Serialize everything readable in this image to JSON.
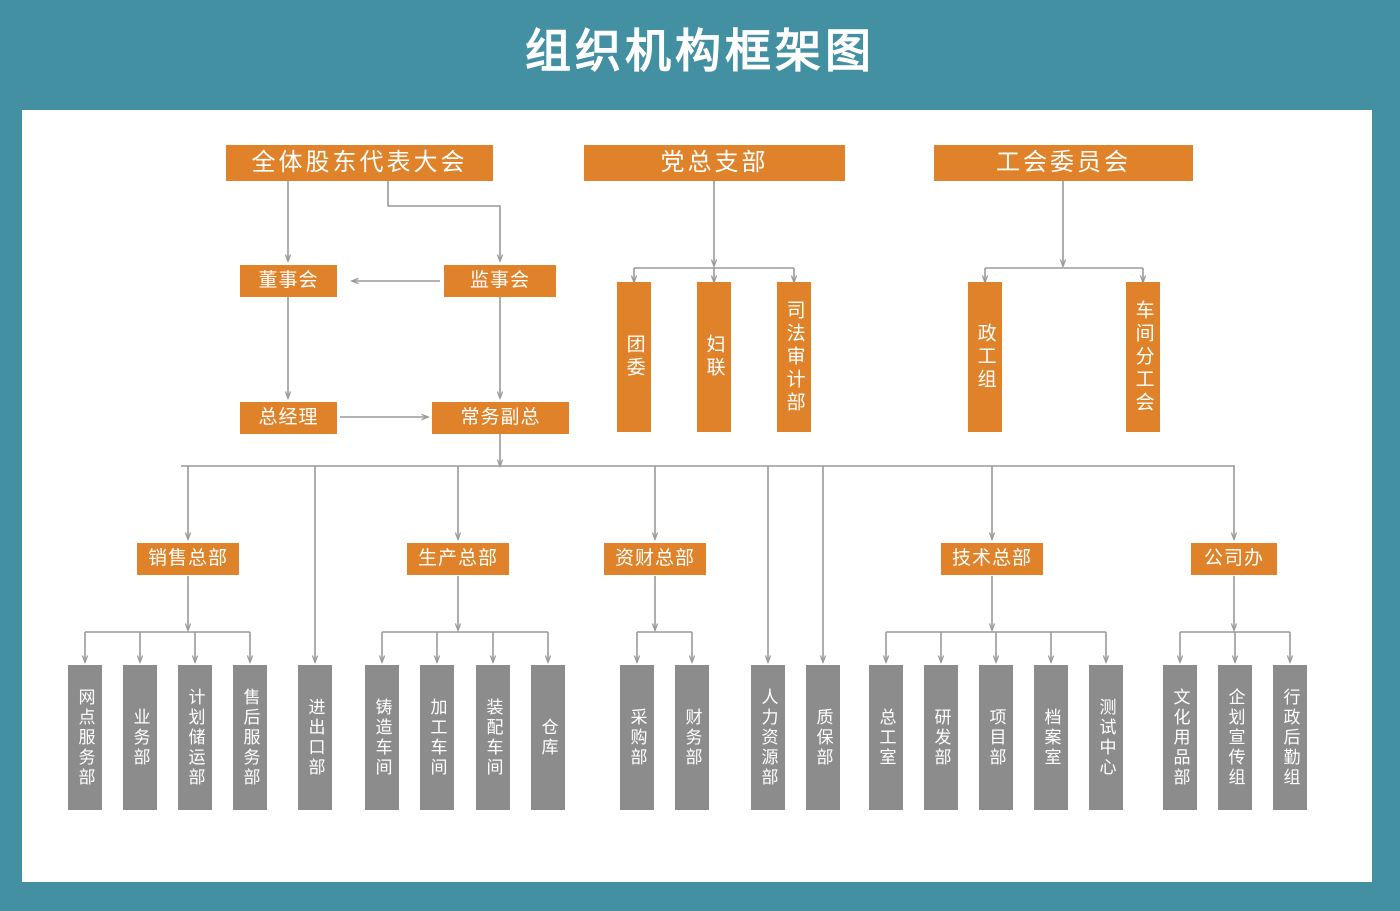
{
  "title": "组织机构框架图",
  "colors": {
    "background": "#4490a3",
    "panel": "#ffffff",
    "primary_box": "#df8229",
    "secondary_box": "#8c8c8c",
    "connector": "#9a9a9a",
    "text": "#ffffff"
  },
  "chart_data": {
    "type": "diagram",
    "title": "组织机构框架图",
    "diagram_kind": "organization-chart",
    "nodes": [
      {
        "id": "shareholders",
        "label": "全体股东代表大会",
        "level": 1,
        "style": "orange"
      },
      {
        "id": "party",
        "label": "党总支部",
        "level": 1,
        "style": "orange"
      },
      {
        "id": "union",
        "label": "工会委员会",
        "level": 1,
        "style": "orange"
      },
      {
        "id": "board",
        "label": "董事会",
        "level": 2,
        "style": "orange"
      },
      {
        "id": "supervisors",
        "label": "监事会",
        "level": 2,
        "style": "orange"
      },
      {
        "id": "youth",
        "label": "团委",
        "level": 2,
        "style": "orange"
      },
      {
        "id": "women",
        "label": "妇联",
        "level": 2,
        "style": "orange"
      },
      {
        "id": "judicial",
        "label": "司法审计部",
        "level": 2,
        "style": "orange"
      },
      {
        "id": "political",
        "label": "政工组",
        "level": 2,
        "style": "orange"
      },
      {
        "id": "workshop-union",
        "label": "车间分工会",
        "level": 2,
        "style": "orange"
      },
      {
        "id": "gm",
        "label": "总经理",
        "level": 3,
        "style": "orange"
      },
      {
        "id": "deputy-gm",
        "label": "常务副总",
        "level": 3,
        "style": "orange"
      },
      {
        "id": "sales-hq",
        "label": "销售总部",
        "level": 4,
        "style": "orange"
      },
      {
        "id": "production-hq",
        "label": "生产总部",
        "level": 4,
        "style": "orange"
      },
      {
        "id": "finance-hq",
        "label": "资财总部",
        "level": 4,
        "style": "orange"
      },
      {
        "id": "tech-hq",
        "label": "技术总部",
        "level": 4,
        "style": "orange"
      },
      {
        "id": "office-hq",
        "label": "公司办",
        "level": 4,
        "style": "orange"
      },
      {
        "id": "branch-service",
        "label": "网点服务部",
        "level": 5,
        "style": "gray"
      },
      {
        "id": "business",
        "label": "业务部",
        "level": 5,
        "style": "gray"
      },
      {
        "id": "plan-storage",
        "label": "计划储运部",
        "level": 5,
        "style": "gray"
      },
      {
        "id": "after-sales",
        "label": "售后服务部",
        "level": 5,
        "style": "gray"
      },
      {
        "id": "import-export",
        "label": "进出口部",
        "level": 5,
        "style": "gray"
      },
      {
        "id": "casting",
        "label": "铸造车间",
        "level": 5,
        "style": "gray"
      },
      {
        "id": "machining",
        "label": "加工车间",
        "level": 5,
        "style": "gray"
      },
      {
        "id": "assembly",
        "label": "装配车间",
        "level": 5,
        "style": "gray"
      },
      {
        "id": "warehouse",
        "label": "仓库",
        "level": 5,
        "style": "gray"
      },
      {
        "id": "purchasing",
        "label": "采购部",
        "level": 5,
        "style": "gray"
      },
      {
        "id": "accounting",
        "label": "财务部",
        "level": 5,
        "style": "gray"
      },
      {
        "id": "hr",
        "label": "人力资源部",
        "level": 5,
        "style": "gray"
      },
      {
        "id": "quality",
        "label": "质保部",
        "level": 5,
        "style": "gray"
      },
      {
        "id": "chief-eng",
        "label": "总工室",
        "level": 5,
        "style": "gray"
      },
      {
        "id": "rnd",
        "label": "研发部",
        "level": 5,
        "style": "gray"
      },
      {
        "id": "project",
        "label": "项目部",
        "level": 5,
        "style": "gray"
      },
      {
        "id": "archive",
        "label": "档案室",
        "level": 5,
        "style": "gray"
      },
      {
        "id": "testing",
        "label": "测试中心",
        "level": 5,
        "style": "gray"
      },
      {
        "id": "stationery",
        "label": "文化用品部",
        "level": 5,
        "style": "gray"
      },
      {
        "id": "promotion",
        "label": "企划宣传组",
        "level": 5,
        "style": "gray"
      },
      {
        "id": "admin",
        "label": "行政后勤组",
        "level": 5,
        "style": "gray"
      }
    ],
    "edges": [
      {
        "from": "shareholders",
        "to": "board"
      },
      {
        "from": "shareholders",
        "to": "supervisors"
      },
      {
        "from": "supervisors",
        "to": "board"
      },
      {
        "from": "board",
        "to": "gm"
      },
      {
        "from": "supervisors",
        "to": "deputy-gm"
      },
      {
        "from": "gm",
        "to": "deputy-gm"
      },
      {
        "from": "party",
        "to": "youth"
      },
      {
        "from": "party",
        "to": "women"
      },
      {
        "from": "party",
        "to": "judicial"
      },
      {
        "from": "union",
        "to": "political"
      },
      {
        "from": "union",
        "to": "workshop-union"
      },
      {
        "from": "deputy-gm",
        "to": "sales-hq"
      },
      {
        "from": "deputy-gm",
        "to": "production-hq"
      },
      {
        "from": "deputy-gm",
        "to": "finance-hq"
      },
      {
        "from": "deputy-gm",
        "to": "tech-hq"
      },
      {
        "from": "deputy-gm",
        "to": "office-hq"
      },
      {
        "from": "deputy-gm",
        "to": "import-export"
      },
      {
        "from": "deputy-gm",
        "to": "hr"
      },
      {
        "from": "deputy-gm",
        "to": "quality"
      },
      {
        "from": "sales-hq",
        "to": "branch-service"
      },
      {
        "from": "sales-hq",
        "to": "business"
      },
      {
        "from": "sales-hq",
        "to": "plan-storage"
      },
      {
        "from": "sales-hq",
        "to": "after-sales"
      },
      {
        "from": "production-hq",
        "to": "casting"
      },
      {
        "from": "production-hq",
        "to": "machining"
      },
      {
        "from": "production-hq",
        "to": "assembly"
      },
      {
        "from": "production-hq",
        "to": "warehouse"
      },
      {
        "from": "finance-hq",
        "to": "purchasing"
      },
      {
        "from": "finance-hq",
        "to": "accounting"
      },
      {
        "from": "tech-hq",
        "to": "chief-eng"
      },
      {
        "from": "tech-hq",
        "to": "rnd"
      },
      {
        "from": "tech-hq",
        "to": "project"
      },
      {
        "from": "tech-hq",
        "to": "archive"
      },
      {
        "from": "tech-hq",
        "to": "testing"
      },
      {
        "from": "office-hq",
        "to": "stationery"
      },
      {
        "from": "office-hq",
        "to": "promotion"
      },
      {
        "from": "office-hq",
        "to": "admin"
      }
    ]
  }
}
